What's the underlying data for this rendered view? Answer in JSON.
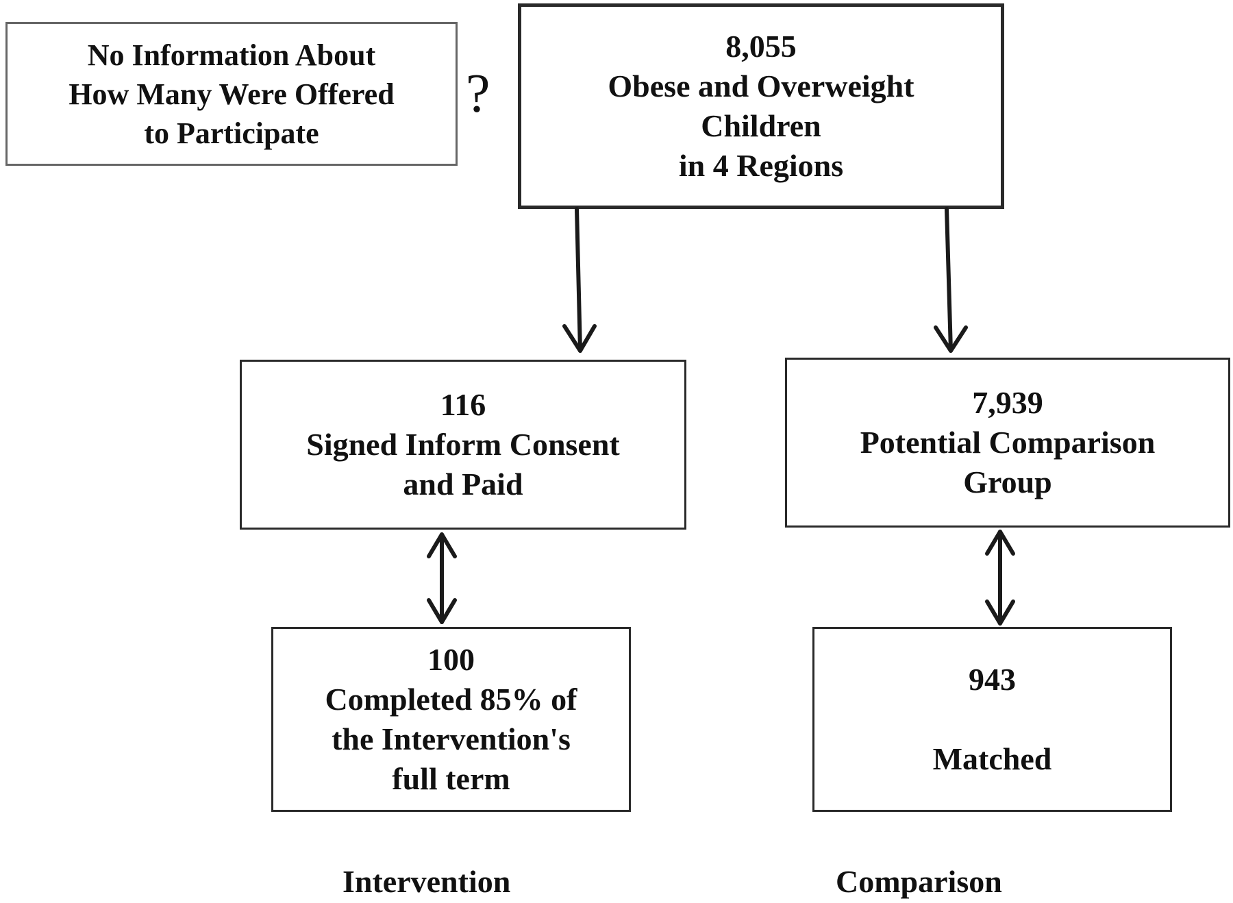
{
  "note": {
    "lines": [
      "No Information About",
      "How Many Were Offered",
      "to Participate"
    ],
    "symbol": "?"
  },
  "nodes": {
    "total": {
      "count": "8,055",
      "lines": [
        "Obese and Overweight",
        "Children",
        "in 4 Regions"
      ]
    },
    "consent": {
      "count": "116",
      "lines": [
        "Signed Inform Consent",
        "and Paid"
      ]
    },
    "completed": {
      "count": "100",
      "lines": [
        "Completed 85% of",
        "the Intervention's",
        "full term"
      ]
    },
    "potential": {
      "count": "7,939",
      "lines": [
        "Potential Comparison",
        "Group"
      ]
    },
    "matched": {
      "count": "943",
      "lines": [
        "",
        "Matched"
      ]
    }
  },
  "group_labels": {
    "intervention": "Intervention",
    "comparison": "Comparison"
  },
  "edges": [
    {
      "from": "total",
      "to": "consent",
      "type": "one-way"
    },
    {
      "from": "total",
      "to": "potential",
      "type": "one-way"
    },
    {
      "from": "consent",
      "to": "completed",
      "type": "two-way"
    },
    {
      "from": "potential",
      "to": "matched",
      "type": "two-way"
    }
  ]
}
